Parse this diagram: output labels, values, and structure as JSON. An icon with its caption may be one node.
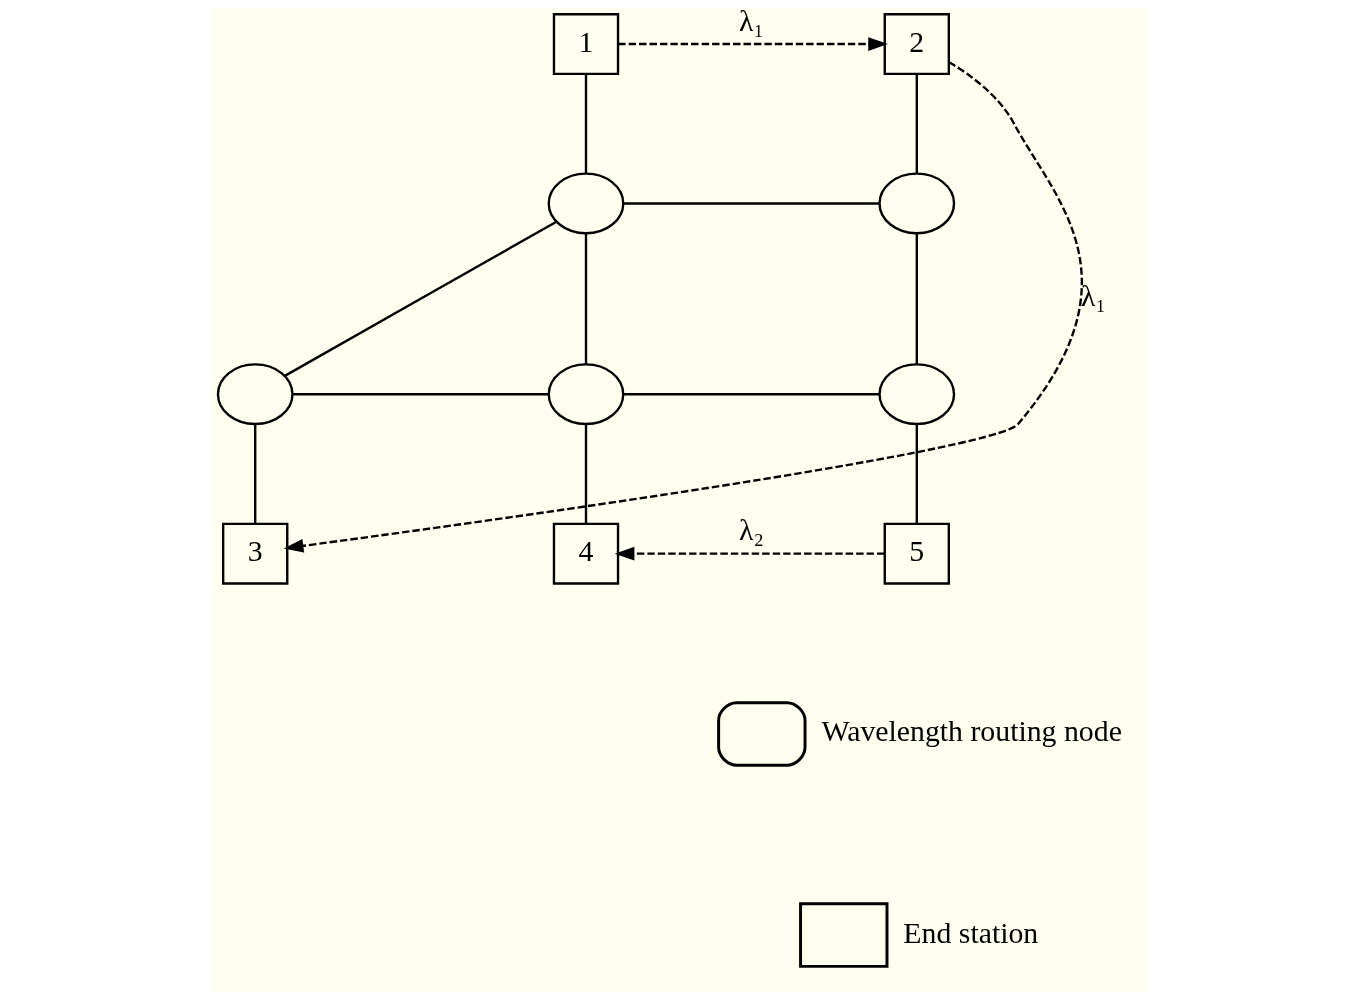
{
  "diagram": {
    "nodes": [
      {
        "text": [
          "1"
        ]
      },
      {
        "text": [
          "2"
        ]
      },
      {
        "text": [],
        "shape": "circle"
      },
      {
        "text": [],
        "shape": "circle"
      },
      {
        "text": [],
        "shape": "circle"
      },
      {
        "text": [],
        "shape": "circle"
      },
      {
        "text": [],
        "shape": "circle"
      },
      {
        "text": [
          "3"
        ]
      },
      {
        "text": [
          "4"
        ]
      },
      {
        "text": [
          "5"
        ]
      }
    ],
    "edges": [
      {
        "from": 0,
        "to": 2,
        "arrow": "none"
      },
      {
        "from": 1,
        "to": 3,
        "arrow": "none"
      },
      {
        "from": 2,
        "to": 3,
        "arrow": "none"
      },
      {
        "from": 2,
        "to": 4,
        "arrow": "none"
      },
      {
        "from": 2,
        "to": 5,
        "arrow": "none"
      },
      {
        "from": 3,
        "to": 6,
        "arrow": "none"
      },
      {
        "from": 4,
        "to": 5,
        "arrow": "none"
      },
      {
        "from": 5,
        "to": 6,
        "arrow": "none"
      },
      {
        "from": 4,
        "to": 7,
        "arrow": "none"
      },
      {
        "from": 5,
        "to": 8,
        "arrow": "none"
      },
      {
        "from": 6,
        "to": 9,
        "arrow": "none"
      },
      {
        "from": 0,
        "to": 1,
        "arrow": "to",
        "style": "dashed",
        "label": "λ₁"
      },
      {
        "from": 1,
        "to": 7,
        "arrow": "to",
        "style": "dashed",
        "label": "λ₁"
      },
      {
        "from": 9,
        "to": 8,
        "arrow": "to",
        "style": "dashed",
        "label": "λ₂"
      }
    ],
    "legend": [
      {
        "text": "Wavelength routing node"
      },
      {
        "text": "End station"
      }
    ]
  }
}
